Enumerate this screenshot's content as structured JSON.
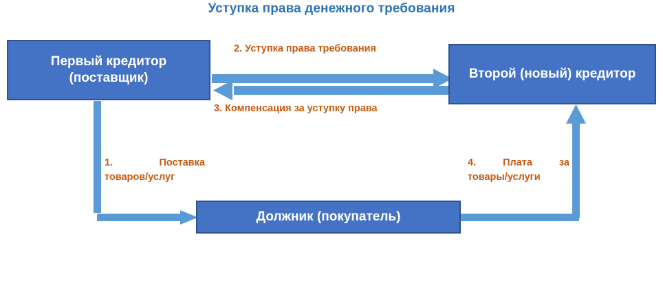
{
  "diagram": {
    "title": "Уступка права денежного требования",
    "title_color": "#2E74B5",
    "background_color": "#ffffff",
    "node_fill_color": "#4472C4",
    "node_border_color": "#2F528F",
    "node_text_color": "#ffffff",
    "arrow_color": "#5B9BD5",
    "label_color": "#C55A11",
    "nodes": [
      {
        "id": "first-creditor",
        "label": "Первый кредитор\n(поставщик)",
        "line1": "Первый кредитор",
        "line2": "(поставщик)"
      },
      {
        "id": "second-creditor",
        "label": "Второй (новый) кредитор",
        "line1": "Второй (новый) кредитор",
        "line2": ""
      },
      {
        "id": "debtor",
        "label": "Должник (покупатель)",
        "line1": "Должник (покупатель)",
        "line2": ""
      }
    ],
    "edges": [
      {
        "id": "edge-1",
        "number": "1.",
        "label_line1": "Поставка",
        "label_line2": "товаров/услуг",
        "full_label": "1. Поставка товаров/услуг",
        "from": "first-creditor",
        "to": "debtor",
        "direction": "down-right"
      },
      {
        "id": "edge-2",
        "label": "2. Уступка права требования",
        "from": "first-creditor",
        "to": "second-creditor",
        "direction": "right"
      },
      {
        "id": "edge-3",
        "label": "3. Компенсация за уступку права",
        "from": "second-creditor",
        "to": "first-creditor",
        "direction": "left"
      },
      {
        "id": "edge-4",
        "number": "4.",
        "label_line1": "Плата    за",
        "label_line2": "товары/услуги",
        "full_label": "4. Плата за товары/услуги",
        "from": "debtor",
        "to": "second-creditor",
        "direction": "right-up"
      }
    ]
  }
}
